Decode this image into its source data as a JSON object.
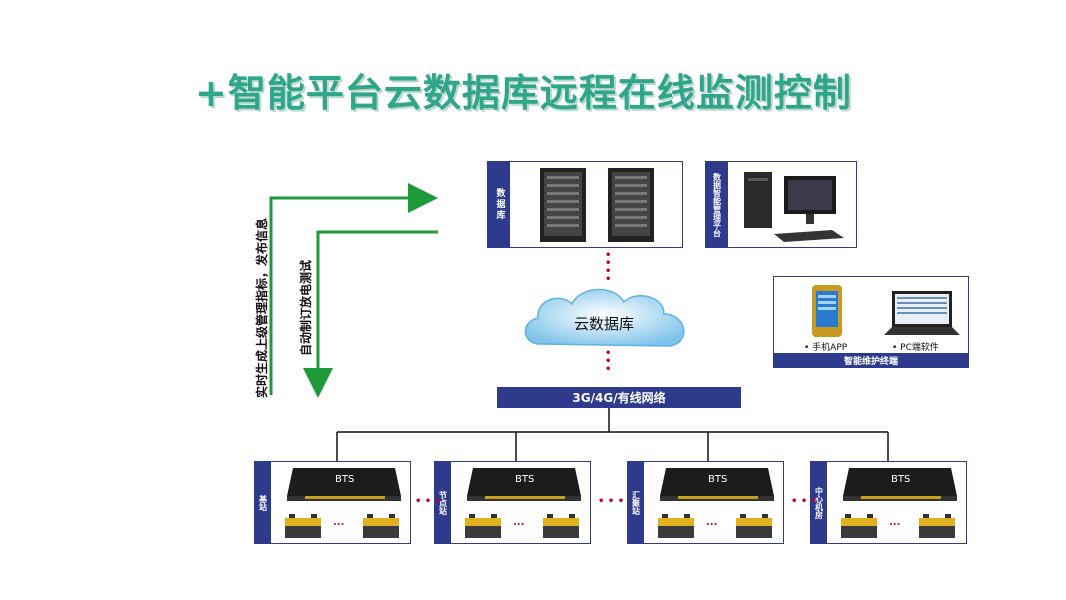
{
  "title": "+智能平台云数据库远程在线监测控制",
  "database_label": "数据库",
  "platform_label": "数据智能管理平台",
  "cloud_label": "云数据库",
  "network_label": "3G/4G/有线网络",
  "terminal": {
    "app_label": "手机APP",
    "pc_label": "PC端软件",
    "footer": "智能维护终端"
  },
  "arrows": {
    "report_label": "实时生成上级管理指标，发布信息",
    "test_label": "自动制订放电测试"
  },
  "stations": [
    {
      "name": "基站",
      "device": "BTS"
    },
    {
      "name": "节点站",
      "device": "BTS"
    },
    {
      "name": "汇聚站",
      "device": "BTS"
    },
    {
      "name": "中心机房",
      "device": "BTS"
    }
  ],
  "ellipsis": "...",
  "colors": {
    "accent": "#2fa58a",
    "navy": "#2e3a8c",
    "arrow": "#1e9a3a"
  }
}
